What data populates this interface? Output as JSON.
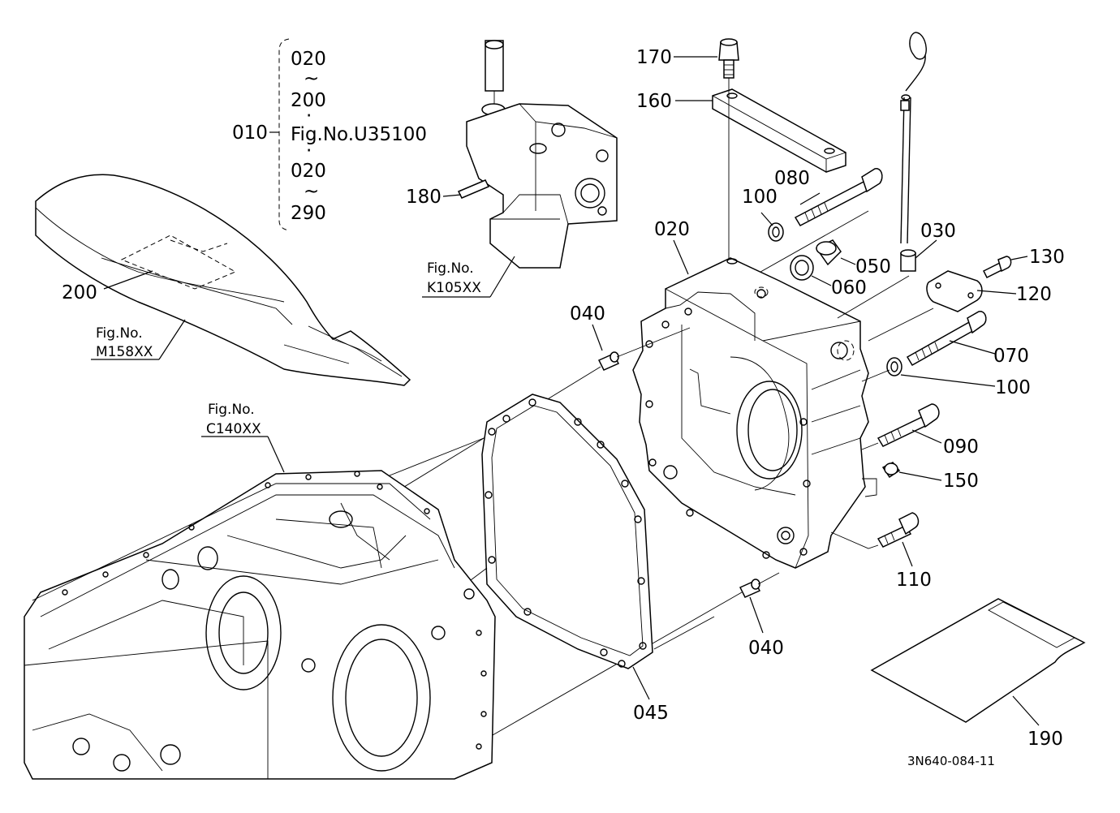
{
  "diagram": {
    "drawing_id": "3N640-084-11",
    "parts": [
      {
        "id": "010"
      },
      {
        "id": "020"
      },
      {
        "id": "030"
      },
      {
        "id": "040"
      },
      {
        "id": "040b",
        "label": "040"
      },
      {
        "id": "045"
      },
      {
        "id": "050"
      },
      {
        "id": "060"
      },
      {
        "id": "070"
      },
      {
        "id": "080"
      },
      {
        "id": "090"
      },
      {
        "id": "100"
      },
      {
        "id": "100b",
        "label": "100"
      },
      {
        "id": "110"
      },
      {
        "id": "120"
      },
      {
        "id": "130"
      },
      {
        "id": "150"
      },
      {
        "id": "160"
      },
      {
        "id": "170"
      },
      {
        "id": "180"
      },
      {
        "id": "190"
      },
      {
        "id": "200"
      }
    ],
    "labels": {
      "p010": "010",
      "p020": "020",
      "p030": "030",
      "p040a": "040",
      "p040b": "040",
      "p045": "045",
      "p050": "050",
      "p060": "060",
      "p070": "070",
      "p080": "080",
      "p090": "090",
      "p100a": "100",
      "p100b": "100",
      "p110": "110",
      "p120": "120",
      "p130": "130",
      "p150": "150",
      "p160": "160",
      "p170": "170",
      "p180": "180",
      "p190": "190",
      "p200": "200"
    },
    "group_010": {
      "range1_start": "020",
      "tilde1": "~",
      "range1_end": "200",
      "dot1": "·",
      "fig_ref": "Fig.No.U35100",
      "dot2": "·",
      "range2_start": "020",
      "tilde2": "~",
      "range2_end": "290"
    },
    "fig_refs": {
      "k105": {
        "label": "Fig.No.",
        "code": "K105XX"
      },
      "m158": {
        "label": "Fig.No.",
        "code": "M158XX"
      },
      "c140": {
        "label": "Fig.No.",
        "code": "C140XX"
      }
    }
  }
}
